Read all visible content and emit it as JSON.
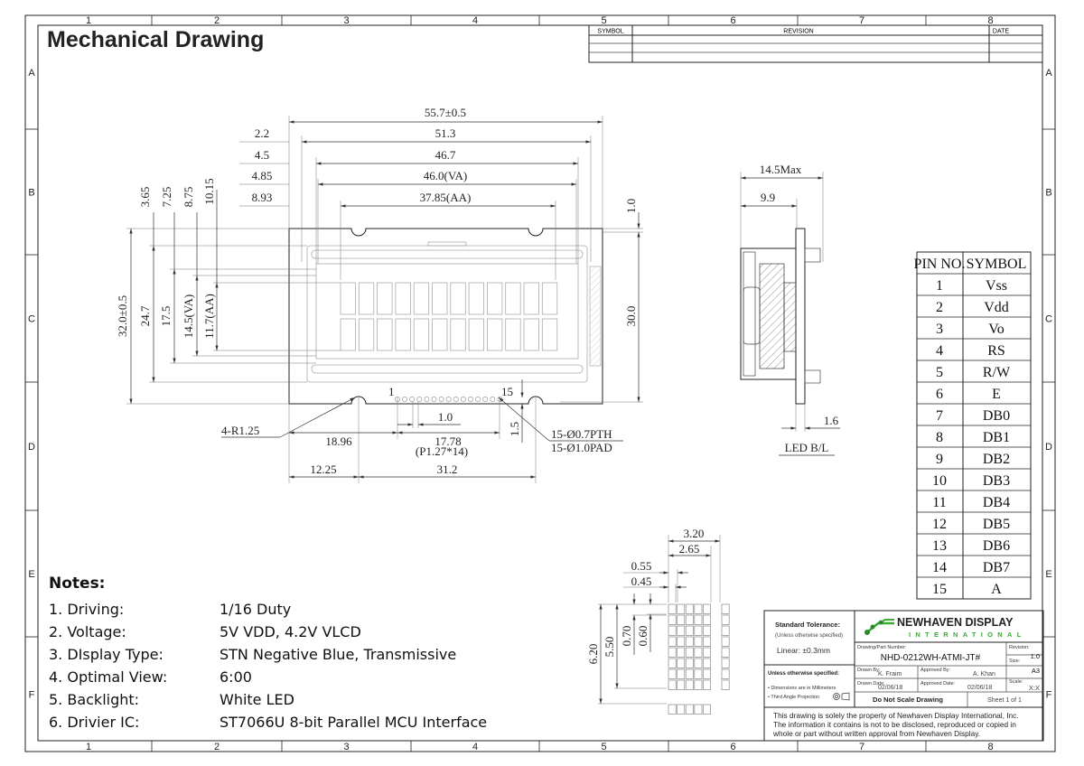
{
  "title": "Mechanical Drawing",
  "grid": {
    "columns": [
      "1",
      "2",
      "3",
      "4",
      "5",
      "6",
      "7",
      "8"
    ],
    "rows": [
      "A",
      "B",
      "C",
      "D",
      "E",
      "F"
    ]
  },
  "revision_table": {
    "symbol": "SYMBOL",
    "revision": "REVISION",
    "date": "DATE"
  },
  "front_view": {
    "width_overall": "55.7±0.5",
    "w_51_3": "51.3",
    "w_46_7": "46.7",
    "w_va": "46.0(VA)",
    "w_aa": "37.85(AA)",
    "off_2_2": "2.2",
    "off_4_5": "4.5",
    "off_4_85": "4.85",
    "off_8_93": "8.93",
    "top_3_65": "3.65",
    "top_7_25": "7.25",
    "top_8_75": "8.75",
    "top_10_15": "10.15",
    "h_overall": "32.0±0.5",
    "h_24_7": "24.7",
    "h_17_5": "17.5",
    "h_va": "14.5(VA)",
    "h_aa": "11.7(AA)",
    "h_30": "30.0",
    "h_1_0": "1.0",
    "corner_radius": "4-R1.25",
    "pin_pitch": "1.0",
    "pin_1": "1",
    "pin_15": "15",
    "d_18_96": "18.96",
    "d_17_78": "17.78",
    "pitch_note": "(P1.27*14)",
    "d_1_5": "1.5",
    "pth": "15-Ø0.7PTH",
    "pad": "15-Ø1.0PAD",
    "d_12_25": "12.25",
    "d_31_2": "31.2"
  },
  "side_view": {
    "max": "14.5Max",
    "d_9_9": "9.9",
    "d_1_6": "1.6",
    "led": "LED B/L"
  },
  "pixel_detail": {
    "w_3_20": "3.20",
    "w_2_65": "2.65",
    "w_0_55": "0.55",
    "w_0_45": "0.45",
    "h_6_20": "6.20",
    "h_5_50": "5.50",
    "h_0_70": "0.70",
    "h_0_60": "0.60"
  },
  "pin_table": {
    "headers": [
      "PIN NO.",
      "SYMBOL"
    ],
    "rows": [
      [
        "1",
        "Vss"
      ],
      [
        "2",
        "Vdd"
      ],
      [
        "3",
        "Vo"
      ],
      [
        "4",
        "RS"
      ],
      [
        "5",
        "R/W"
      ],
      [
        "6",
        "E"
      ],
      [
        "7",
        "DB0"
      ],
      [
        "8",
        "DB1"
      ],
      [
        "9",
        "DB2"
      ],
      [
        "10",
        "DB3"
      ],
      [
        "11",
        "DB4"
      ],
      [
        "12",
        "DB5"
      ],
      [
        "13",
        "DB6"
      ],
      [
        "14",
        "DB7"
      ],
      [
        "15",
        "A"
      ]
    ]
  },
  "notes": {
    "heading": "Notes:",
    "items": [
      {
        "label": "1.  Driving:",
        "value": "1/16 Duty"
      },
      {
        "label": "2.  Voltage:",
        "value": "5V VDD, 4.2V VLCD"
      },
      {
        "label": "3.  DIsplay Type:",
        "value": "STN Negative Blue, Transmissive"
      },
      {
        "label": "4.  Optimal View:",
        "value": "6:00"
      },
      {
        "label": "5.  Backlight:",
        "value": "White LED"
      },
      {
        "label": "6.  Drivier IC:",
        "value": "ST7066U 8-bit Parallel MCU Interface"
      }
    ]
  },
  "title_block": {
    "std_tol": "Standard Tolerance:",
    "unless": "(Unless otherwise specified)",
    "linear": "Linear:   ±0.3mm",
    "logo_main": "NEWHAVEN DISPLAY",
    "logo_sub": "INTERNATIONAL",
    "part_label": "Drawing/Part Number:",
    "part_number": "NHD-0212WH-ATMI-JT#",
    "revision_label": "Revision:",
    "revision": "1.0",
    "size_label": "Size:",
    "size": "A3",
    "scale_label": "Scale:",
    "scale": "X:X",
    "unless2": "Unless otherwise specified:",
    "mm": "• Dimensions are in Millimeters",
    "proj": "• Third Angle Projection",
    "drawn_by_label": "Drawn By:",
    "drawn_by": "K. Fraim",
    "approved_by_label": "Approved By:",
    "approved_by": "A. Khan",
    "drawn_date_label": "Drawn Date:",
    "drawn_date": "02/06/18",
    "approved_date_label": "Approved Date:",
    "approved_date": "02/06/18",
    "no_scale": "Do Not Scale Drawing",
    "sheet": "Sheet 1 of 1",
    "disclaimer": [
      "This drawing is solely the property of Newhaven Display International, Inc.",
      "The information it contains is not to be disclosed, reproduced or copied in",
      "whole or part without written approval from Newhaven Display."
    ]
  },
  "colors": {
    "logo_green": "#3aa935",
    "logo_text": "#222222"
  }
}
